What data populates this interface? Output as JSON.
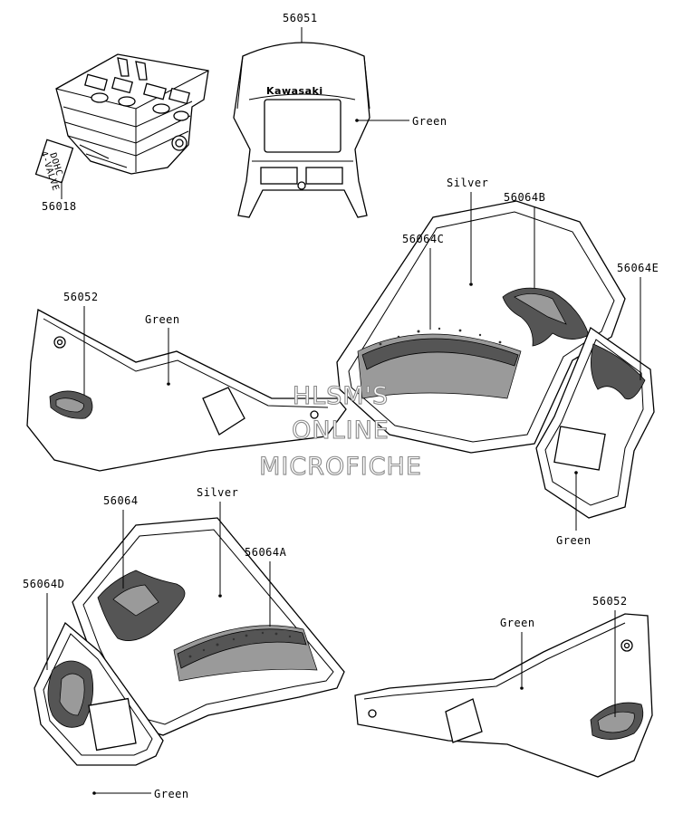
{
  "labels": {
    "cowl_part": "56051",
    "head_part": "56018",
    "head_decal_line1": "DOHC",
    "head_decal_line2": "4-VALVE",
    "cowl_logo": "Kawasaki",
    "cowl_color": "Green",
    "right_side_cover_part": "56052",
    "right_side_cover_color": "Green",
    "right_shroud_color": "Silver",
    "right_shroud_stripe_part": "56064C",
    "right_shroud_graphic_part": "56064B",
    "right_shroud_tail_part": "56064E",
    "right_tail_color": "Green",
    "left_shroud_graphic_part": "56064",
    "left_shroud_color": "Silver",
    "left_shroud_stripe_part": "56064A",
    "left_shroud_tail_part": "56064D",
    "left_tail_color": "Green",
    "left_side_cover_part": "56052",
    "left_side_cover_color": "Green"
  },
  "watermark": {
    "line1": "HLSM'S",
    "line2": "ONLINE",
    "line3": "MICROFICHE"
  }
}
